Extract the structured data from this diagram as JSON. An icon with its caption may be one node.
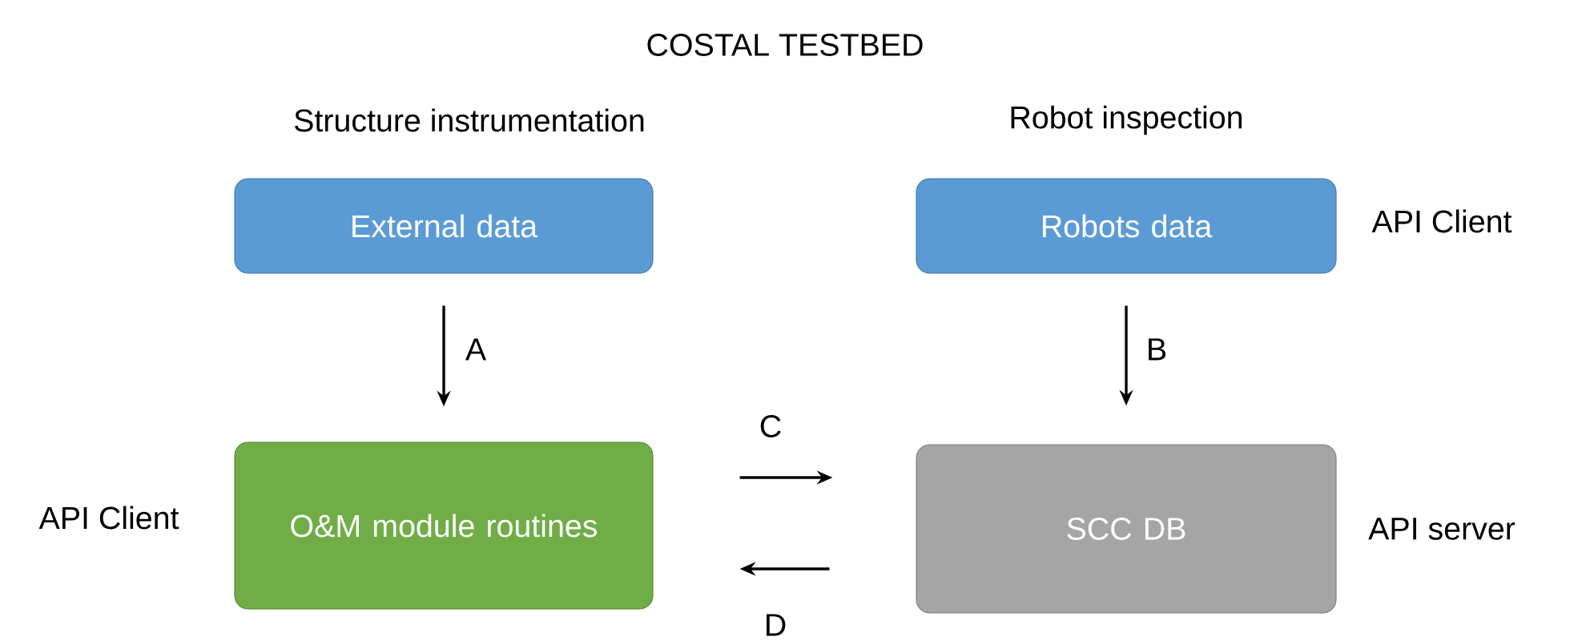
{
  "diagram": {
    "title": "COSTAL TESTBED",
    "nodes": [
      {
        "text": [
          "External data"
        ]
      },
      {
        "text": [
          "Robots data"
        ],
        "beside": [
          "API Client"
        ]
      },
      {
        "text": [
          "O&M module routines"
        ],
        "beside": [
          "API Client"
        ]
      },
      {
        "text": [
          "SCC DB"
        ],
        "beside": [
          "API server"
        ]
      }
    ],
    "edges": [
      {
        "from": 0,
        "to": 2,
        "arrow": "to",
        "label": "A"
      },
      {
        "from": 1,
        "to": 3,
        "arrow": "to",
        "label": "B"
      },
      {
        "from": 2,
        "to": 3,
        "arrow": "to",
        "label": "C"
      },
      {
        "from": 3,
        "to": 2,
        "arrow": "to",
        "label": "D"
      }
    ],
    "labels": [
      "Structure instrumentation",
      "Robot inspection"
    ]
  }
}
